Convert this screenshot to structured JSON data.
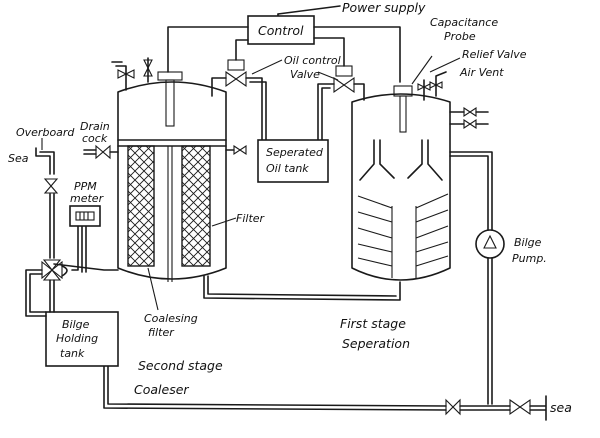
{
  "diagram": {
    "title": "Oily Water Separator",
    "labels": {
      "power_supply": "Power supply",
      "control": "Control",
      "capacitance_probe_1": "Capacitance",
      "capacitance_probe_2": "Probe",
      "relief_valve": "Relief Valve",
      "air_vent": "Air Vent",
      "oil_control_valve_1": "Oil control",
      "oil_control_valve_2": "Valve",
      "separated_oil_tank_1": "Seperated",
      "separated_oil_tank_2": "Oil tank",
      "overboard": "Overboard",
      "sea_left": "Sea",
      "drain_cock_1": "Drain",
      "drain_cock_2": "cock",
      "ppm_meter_1": "PPM",
      "ppm_meter_2": "meter",
      "filter": "Filter",
      "coalescing_filter_1": "Coalesing",
      "coalescing_filter_2": "filter",
      "bilge_holding_tank_1": "Bilge",
      "bilge_holding_tank_2": "Holding",
      "bilge_holding_tank_3": "tank",
      "second_stage_1": "Second stage",
      "second_stage_2": "Coaleser",
      "first_stage_1": "First stage",
      "first_stage_2": "Seperation",
      "bilge_pump_1": "Bilge",
      "bilge_pump_2": "Pump.",
      "sea_right": "sea"
    }
  }
}
